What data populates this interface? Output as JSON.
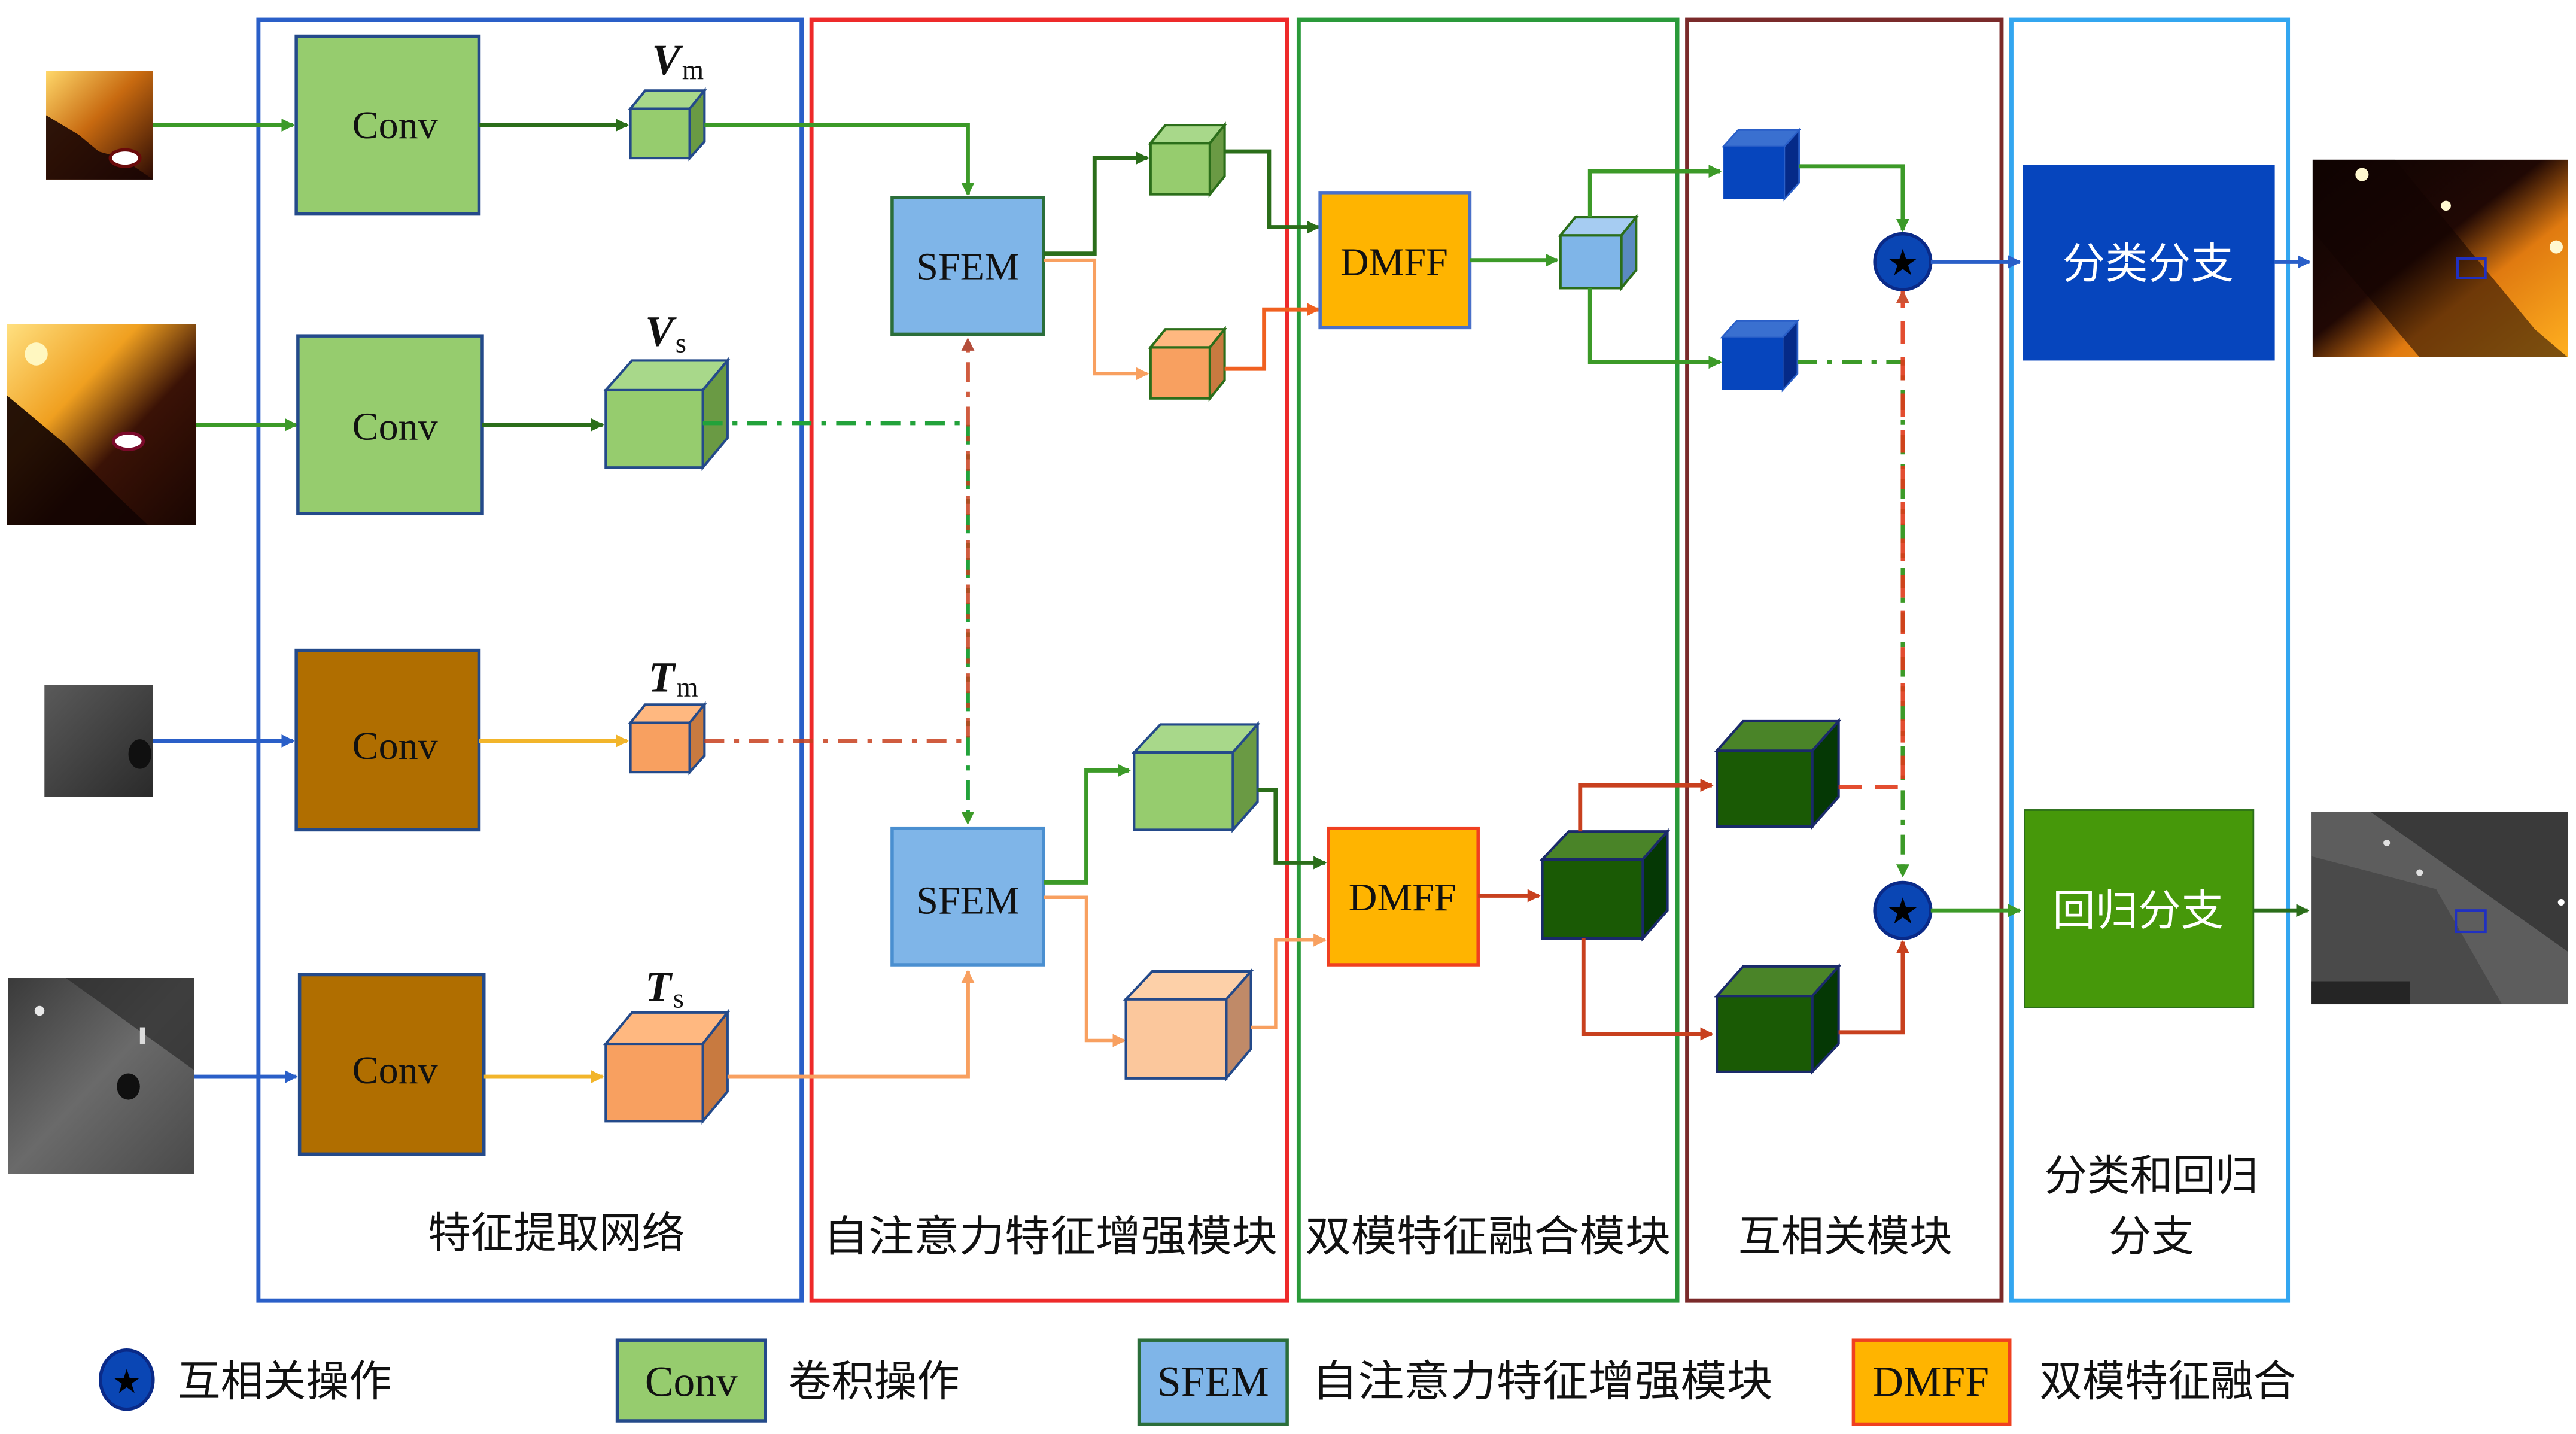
{
  "colors": {
    "feature_extraction_border": "#2a5fc8",
    "sfem_module_border": "#ee2a2a",
    "dmff_module_border": "#2a9a3a",
    "correlation_module_border": "#7a2a2a",
    "output_module_border": "#33a6f0",
    "conv_visible_fill": "#96cc6e",
    "conv_thermal_fill": "#b06e00",
    "sfem_fill": "#7fb5e8",
    "dmff_fill": "#ffb400",
    "classification_fill": "#0645bd",
    "regression_fill": "#46980a",
    "correlation_op_fill": "#0a46b4",
    "visible_arrow": "#3c9a28",
    "thermal_arrow": "#2a5fc8",
    "thermal_feature_arrow": "#f2b52a",
    "fused_arrow": "#c8401e",
    "light_orange": "#f8a060"
  },
  "inputs": [
    {
      "name": "visible-template",
      "kind": "visible"
    },
    {
      "name": "visible-search",
      "kind": "visible"
    },
    {
      "name": "thermal-template",
      "kind": "thermal"
    },
    {
      "name": "thermal-search",
      "kind": "thermal"
    }
  ],
  "blocks": {
    "conv": [
      "Conv",
      "Conv",
      "Conv",
      "Conv"
    ],
    "sfem": [
      "SFEM",
      "SFEM"
    ],
    "dmff": [
      "DMFF",
      "DMFF"
    ],
    "classification": "分类分支",
    "regression": "回归分支"
  },
  "features": {
    "vm": {
      "symbol": "V",
      "sub": "m"
    },
    "vs": {
      "symbol": "V",
      "sub": "s"
    },
    "tm": {
      "symbol": "T",
      "sub": "m"
    },
    "ts": {
      "symbol": "T",
      "sub": "s"
    }
  },
  "modules": {
    "feature_extraction": "特征提取网络",
    "sfem": "自注意力特征增强模块",
    "dmff": "双模特征融合模块",
    "correlation": "互相关模块",
    "output_line1": "分类和回归",
    "output_line2": "分支"
  },
  "legend": {
    "correlation_op": "互相关操作",
    "conv_box": "Conv",
    "conv_desc": "卷积操作",
    "sfem_box": "SFEM",
    "sfem_desc": "自注意力特征增强模块",
    "dmff_box": "DMFF",
    "dmff_desc": "双模特征融合"
  },
  "icons": {
    "correlation": "star-in-circle"
  }
}
